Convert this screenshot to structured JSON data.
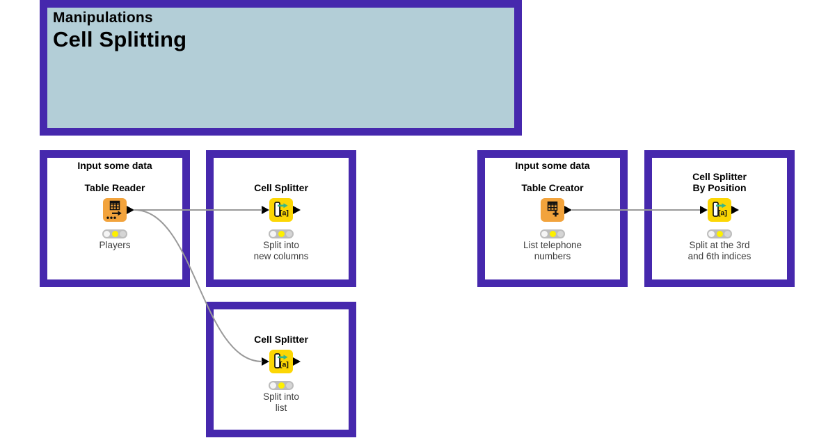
{
  "header": {
    "category": "Manipulations",
    "title": "Cell Splitting"
  },
  "boxes": [
    {
      "title": "Input some data",
      "node_name": "Table Reader",
      "node_label": "Players",
      "icon": "table-reader-icon",
      "node_color": "orange",
      "traffic_light": [
        "off",
        "yellow",
        "off"
      ]
    },
    {
      "node_name": "Cell Splitter",
      "node_label": "Split into\nnew columns",
      "icon": "cell-splitter-icon",
      "node_color": "yellow",
      "traffic_light": [
        "off",
        "yellow",
        "off"
      ]
    },
    {
      "title": "Input some data",
      "node_name": "Table Creator",
      "node_label": "List telephone\nnumbers",
      "icon": "table-creator-icon",
      "node_color": "orange",
      "traffic_light": [
        "off",
        "yellow",
        "off"
      ]
    },
    {
      "node_name": "Cell Splitter\nBy Position",
      "node_label": "Split at the 3rd\nand 6th indices",
      "icon": "cell-splitter-icon",
      "node_color": "yellow",
      "traffic_light": [
        "off",
        "yellow",
        "off"
      ]
    },
    {
      "node_name": "Cell Splitter",
      "node_label": "Split into\nlist",
      "icon": "cell-splitter-icon",
      "node_color": "yellow",
      "traffic_light": [
        "off",
        "yellow",
        "off"
      ]
    }
  ],
  "connections": [
    {
      "from": "Table Reader",
      "to": "Cell Splitter (Split into new columns)"
    },
    {
      "from": "Table Reader",
      "to": "Cell Splitter (Split into list)"
    },
    {
      "from": "Table Creator",
      "to": "Cell Splitter By Position"
    }
  ],
  "colors": {
    "purple": "#4628ad",
    "header_bg": "#b3ced7",
    "node_orange": "#f2a33c",
    "node_yellow": "#fcd604",
    "icon_teal": "#35b58c",
    "line_gray": "#999999",
    "label_text": "#3d3d3d",
    "light_bg": "#bcbcbc",
    "light_off_left": "#f5f5f5",
    "light_on": "#fdf000",
    "light_off_right": "#d5d5d5"
  }
}
